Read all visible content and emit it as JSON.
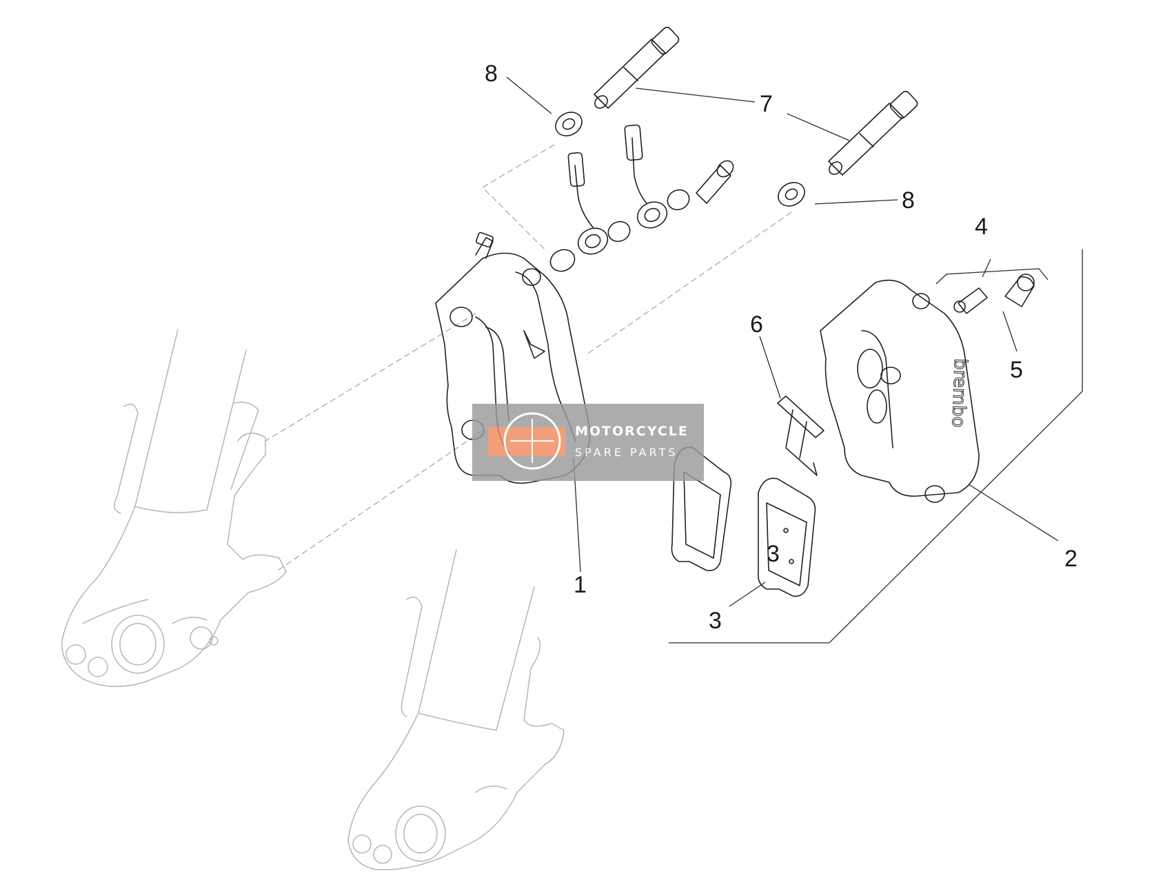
{
  "diagram": {
    "callouts": [
      {
        "id": "1",
        "label": "1"
      },
      {
        "id": "2",
        "label": "2"
      },
      {
        "id": "3a",
        "label": "3"
      },
      {
        "id": "3b",
        "label": "3"
      },
      {
        "id": "4",
        "label": "4"
      },
      {
        "id": "5",
        "label": "5"
      },
      {
        "id": "6",
        "label": "6"
      },
      {
        "id": "7",
        "label": "7"
      },
      {
        "id": "8a",
        "label": "8"
      },
      {
        "id": "8b",
        "label": "8"
      }
    ],
    "caliper_brand": "brembo"
  },
  "watermark": {
    "line1": "MOTORCYCLE",
    "line2": "SPARE PARTS",
    "accent_color": "#f08a5d",
    "box_color": "#9a9a9a"
  }
}
